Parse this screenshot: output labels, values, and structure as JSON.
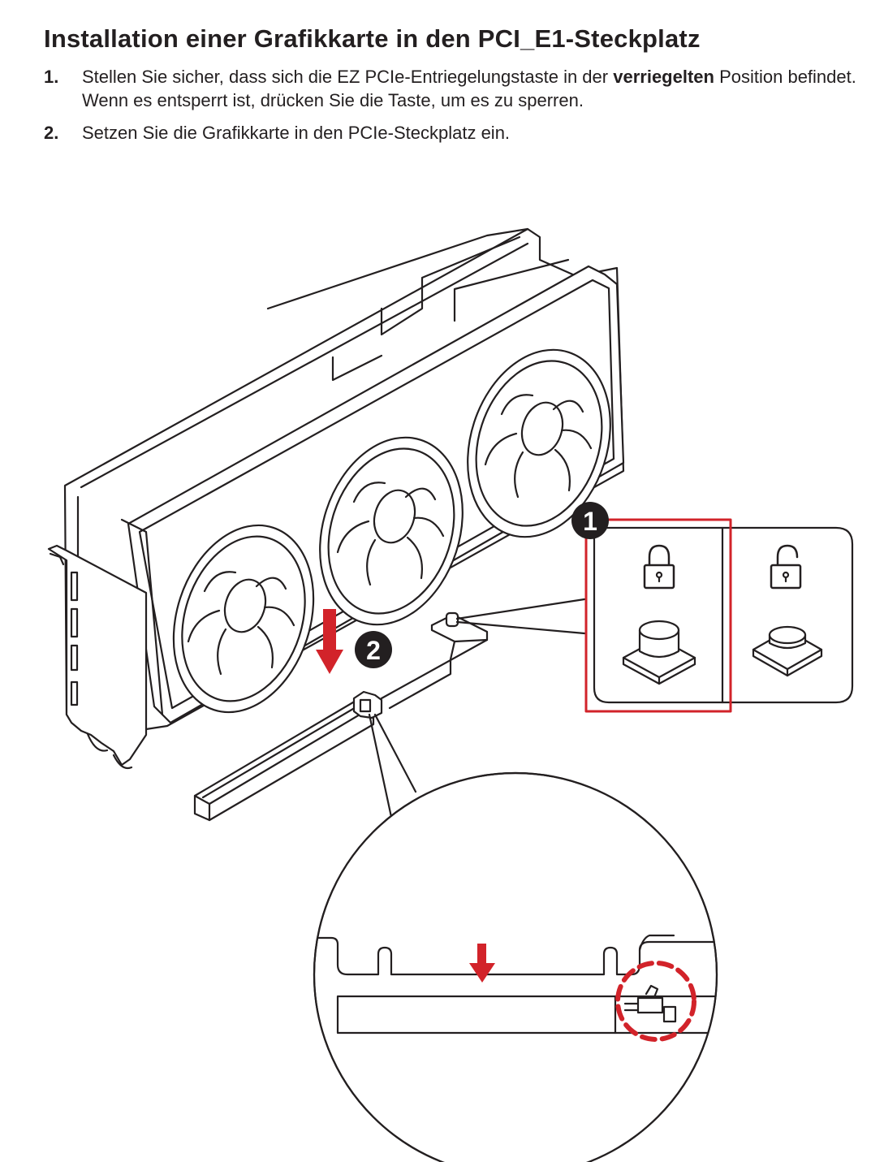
{
  "document": {
    "title": "Installation einer Grafikkarte in den PCI_E1-Steckplatz",
    "steps": [
      {
        "number": "1.",
        "text_before": "Stellen Sie sicher, dass sich die EZ PCIe-Entriegelungstaste in der ",
        "text_bold": "verriegelten",
        "text_after": " Position befindet.  Wenn es entsperrt ist, drücken Sie die Taste, um es zu sperren."
      },
      {
        "number": "2.",
        "text": "Setzen Sie die Grafikkarte in den PCIe-Steckplatz ein."
      }
    ]
  },
  "illustration": {
    "badges": [
      "1",
      "2"
    ],
    "icons": [
      "lock-closed-icon",
      "lock-open-icon"
    ],
    "colors": {
      "accent_red": "#d2232a",
      "line": "#231f20",
      "badge_bg": "#231f20"
    }
  }
}
